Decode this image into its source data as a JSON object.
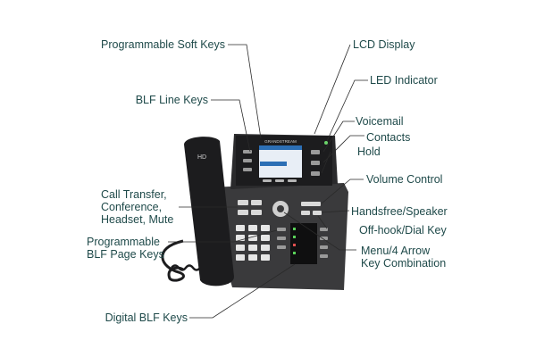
{
  "diagram": {
    "colors": {
      "label": "#1f4a4a",
      "leader": "#2a2a2a",
      "phone_body": "#3a3a3c",
      "phone_dark": "#1c1c1e",
      "key": "#d9d9d9",
      "screen_blue": "#2c6fb5"
    },
    "brand_text": "GRANDSTREAM",
    "handset_text": "HD",
    "callouts": {
      "programmable_soft_keys": "Programmable Soft Keys",
      "blf_line_keys": "BLF Line Keys",
      "call_transfer_conference": "Call Transfer,\nConference,\nHeadset, Mute",
      "programmable_blf_page_keys": "Programmable\nBLF Page Keys",
      "digital_blf_keys": "Digital BLF Keys",
      "lcd_display": "LCD Display",
      "led_indicator": "LED Indicator",
      "voicemail": "Voicemail",
      "contacts": "Contacts",
      "hold": "Hold",
      "volume_control": "Volume Control",
      "handsfree_speaker": "Handsfree/Speaker",
      "offhook_dial_key": "Off-hook/Dial Key",
      "menu_arrow_keys": "Menu/4 Arrow\nKey Combination"
    }
  }
}
